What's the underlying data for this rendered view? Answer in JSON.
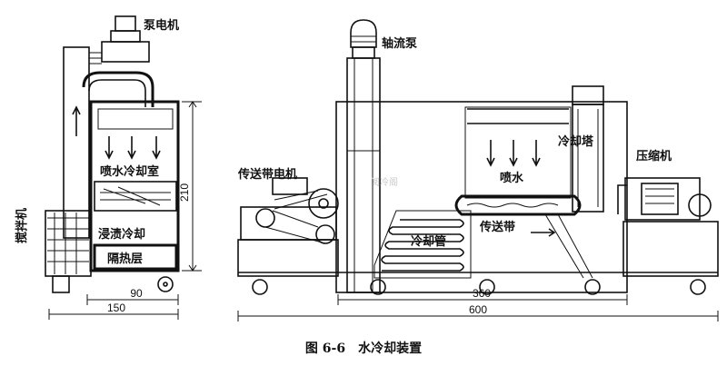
{
  "labels": {
    "pump_motor": "泵电机",
    "spray_chamber": "喷水冷却室",
    "immersion_cooling": "浸渍冷却",
    "insulation_layer": "隔热层",
    "stirrer": "搅拌机",
    "axial_pump": "轴流泵",
    "conveyor_motor": "传送带电机",
    "cooling_tower": "冷却塔",
    "spray_water": "喷水",
    "compressor": "压缩机",
    "cooling_pipe": "冷却管",
    "conveyor_belt": "传送带"
  },
  "dimensions": {
    "height_210": "210",
    "width_90": "90",
    "width_150": "150",
    "width_360": "360",
    "width_600": "600"
  },
  "watermark": "阅冷阁",
  "caption": "图 6-6　水冷却装置"
}
